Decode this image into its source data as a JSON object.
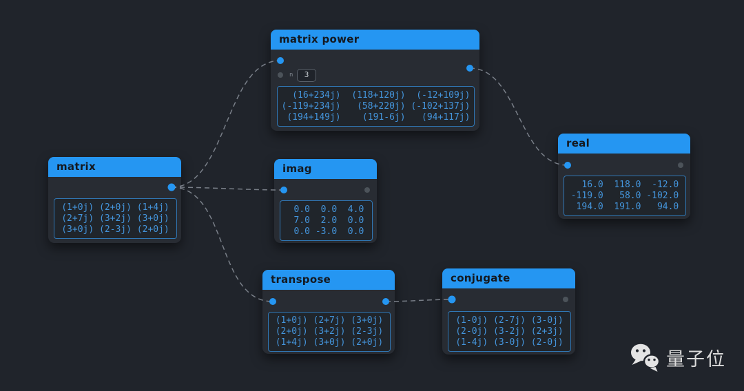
{
  "app": {
    "type": "node-graph-editor",
    "topic": "complex matrix operations"
  },
  "colors": {
    "canvas_bg": "#20242b",
    "node_bg": "#282c33",
    "accent_blue": "#2596f2",
    "matrix_text": "#4495dc",
    "matrix_border": "#3077b5",
    "wire": "#9096a0",
    "port_active": "#2596f2",
    "port_inactive": "#4c535a",
    "title_text": "#141920"
  },
  "nodes": [
    {
      "id": "matrix",
      "title": "matrix",
      "rows": [
        "(1+0j) (2+0j) (1+4j)",
        "(2+7j) (3+2j) (3+0j)",
        "(3+0j) (2-3j) (2+0j)"
      ]
    },
    {
      "id": "matrix-power",
      "title": "matrix power",
      "param": {
        "label": "n",
        "value": "3"
      },
      "rows": [
        "  (16+234j)  (118+120j)  (-12+109j)",
        "(-119+234j)   (58+220j) (-102+137j)",
        " (194+149j)    (191-6j)   (94+117j)"
      ]
    },
    {
      "id": "imag",
      "title": "imag",
      "rows": [
        " 0.0  0.0  4.0",
        " 7.0  2.0  0.0",
        " 0.0 -3.0  0.0"
      ]
    },
    {
      "id": "real",
      "title": "real",
      "rows": [
        "  16.0  118.0  -12.0",
        "-119.0   58.0 -102.0",
        " 194.0  191.0   94.0"
      ]
    },
    {
      "id": "transpose",
      "title": "transpose",
      "rows": [
        "(1+0j) (2+7j) (3+0j)",
        "(2+0j) (3+2j) (2-3j)",
        "(1+4j) (3+0j) (2+0j)"
      ]
    },
    {
      "id": "conjugate",
      "title": "conjugate",
      "rows": [
        "(1-0j) (2-7j) (3-0j)",
        "(2-0j) (3-2j) (2+3j)",
        "(1-4j) (3-0j) (2-0j)"
      ]
    }
  ],
  "connections": [
    {
      "from": "matrix.out",
      "to": "matrix-power.in"
    },
    {
      "from": "matrix.out",
      "to": "imag.in"
    },
    {
      "from": "matrix.out",
      "to": "transpose.in"
    },
    {
      "from": "matrix-power.out",
      "to": "real.in"
    },
    {
      "from": "transpose.out",
      "to": "conjugate.in"
    }
  ],
  "watermark": {
    "brand": "量子位",
    "icon": "wechat-icon"
  }
}
